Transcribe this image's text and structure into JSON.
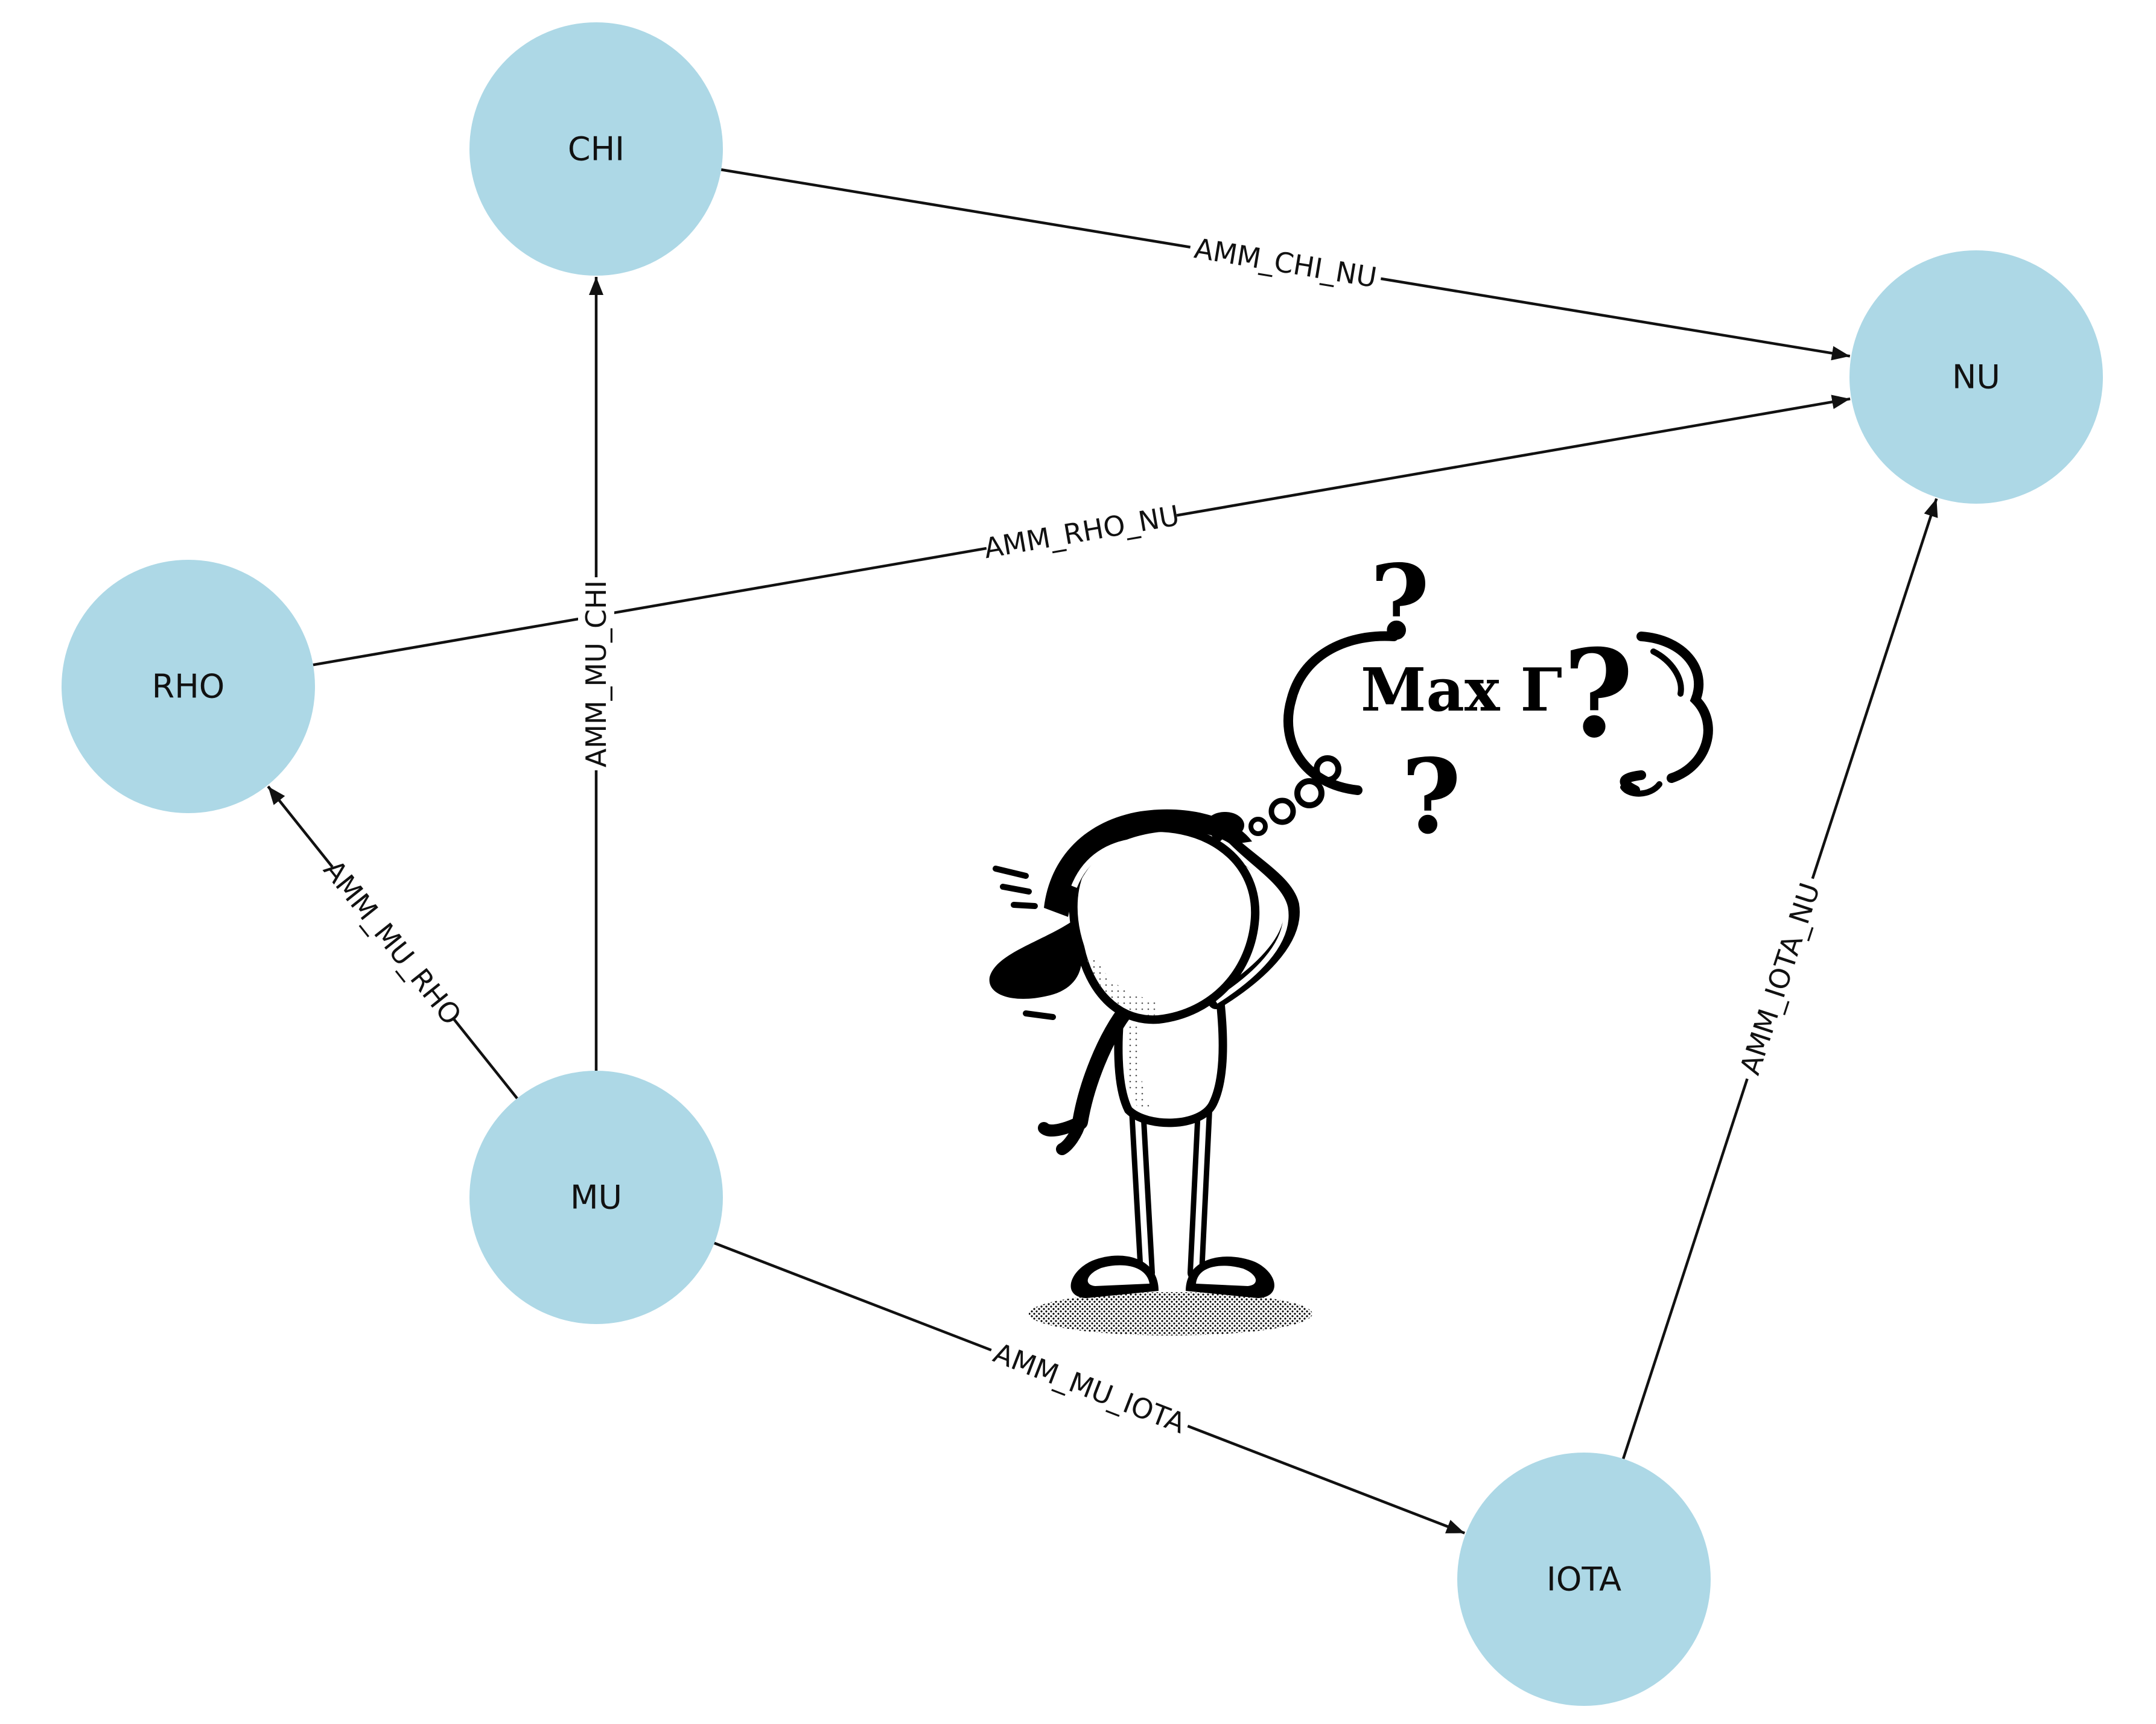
{
  "diagram": {
    "node_fill": "#add8e6",
    "edge_color": "#111111",
    "nodes": [
      {
        "id": "CHI",
        "label": "CHI"
      },
      {
        "id": "NU",
        "label": "NU"
      },
      {
        "id": "RHO",
        "label": "RHO"
      },
      {
        "id": "MU",
        "label": "MU"
      },
      {
        "id": "IOTA",
        "label": "IOTA"
      }
    ],
    "edges": [
      {
        "from": "CHI",
        "to": "NU",
        "label": "AMM_CHI_NU"
      },
      {
        "from": "RHO",
        "to": "NU",
        "label": "AMM_RHO_NU"
      },
      {
        "from": "MU",
        "to": "CHI",
        "label": "AMM_MU_CHI"
      },
      {
        "from": "MU",
        "to": "RHO",
        "label": "AMM_MU_RHO"
      },
      {
        "from": "MU",
        "to": "IOTA",
        "label": "AMM_MU_IOTA"
      },
      {
        "from": "IOTA",
        "to": "NU",
        "label": "AMM_IOTA_NU"
      }
    ]
  },
  "illustration": {
    "figure": "confused-stick-figure",
    "thought_text": "Max Γ",
    "question_mark": "?"
  }
}
